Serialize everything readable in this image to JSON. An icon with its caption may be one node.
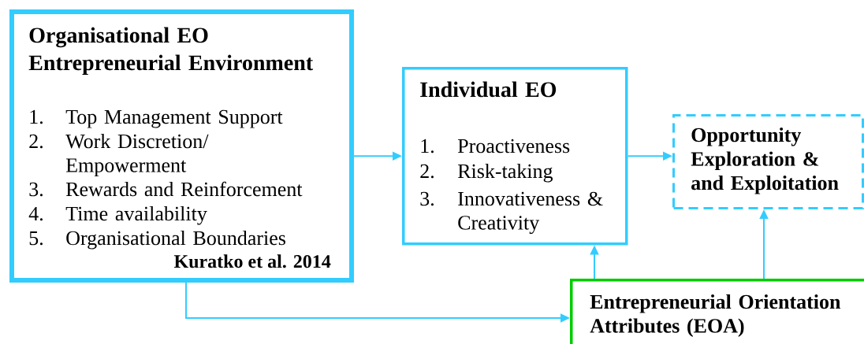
{
  "diagram": {
    "nodes": [
      {
        "text": [
          "Organisational EO Entrepreneurial Environment",
          "1.",
          "Top Management Support",
          "2.",
          "Work Discretion/ Empowerment",
          "3.",
          "Rewards and Reinforcement",
          "4.",
          "Time availability",
          "5.",
          "Organisational Boundaries",
          "Kuratko et al. 2014"
        ]
      },
      {
        "text": [
          "Individual EO",
          "1.",
          "Proactiveness",
          "2.",
          "Risk-taking",
          "3.",
          "Innovativeness & Creativity"
        ]
      },
      {
        "text": [
          "Opportunity Exploration & and Exploitation"
        ]
      },
      {
        "text": [
          "Entrepreneurial Orientation Attributes (EOA)"
        ]
      }
    ],
    "edges": [
      {
        "from": 0,
        "to": 1,
        "arrow": "to"
      },
      {
        "from": 1,
        "to": 2,
        "arrow": "to"
      },
      {
        "from": 0,
        "to": 3,
        "arrow": "to"
      },
      {
        "from": 3,
        "to": 1,
        "arrow": "to"
      },
      {
        "from": 3,
        "to": 2,
        "arrow": "to"
      }
    ]
  }
}
